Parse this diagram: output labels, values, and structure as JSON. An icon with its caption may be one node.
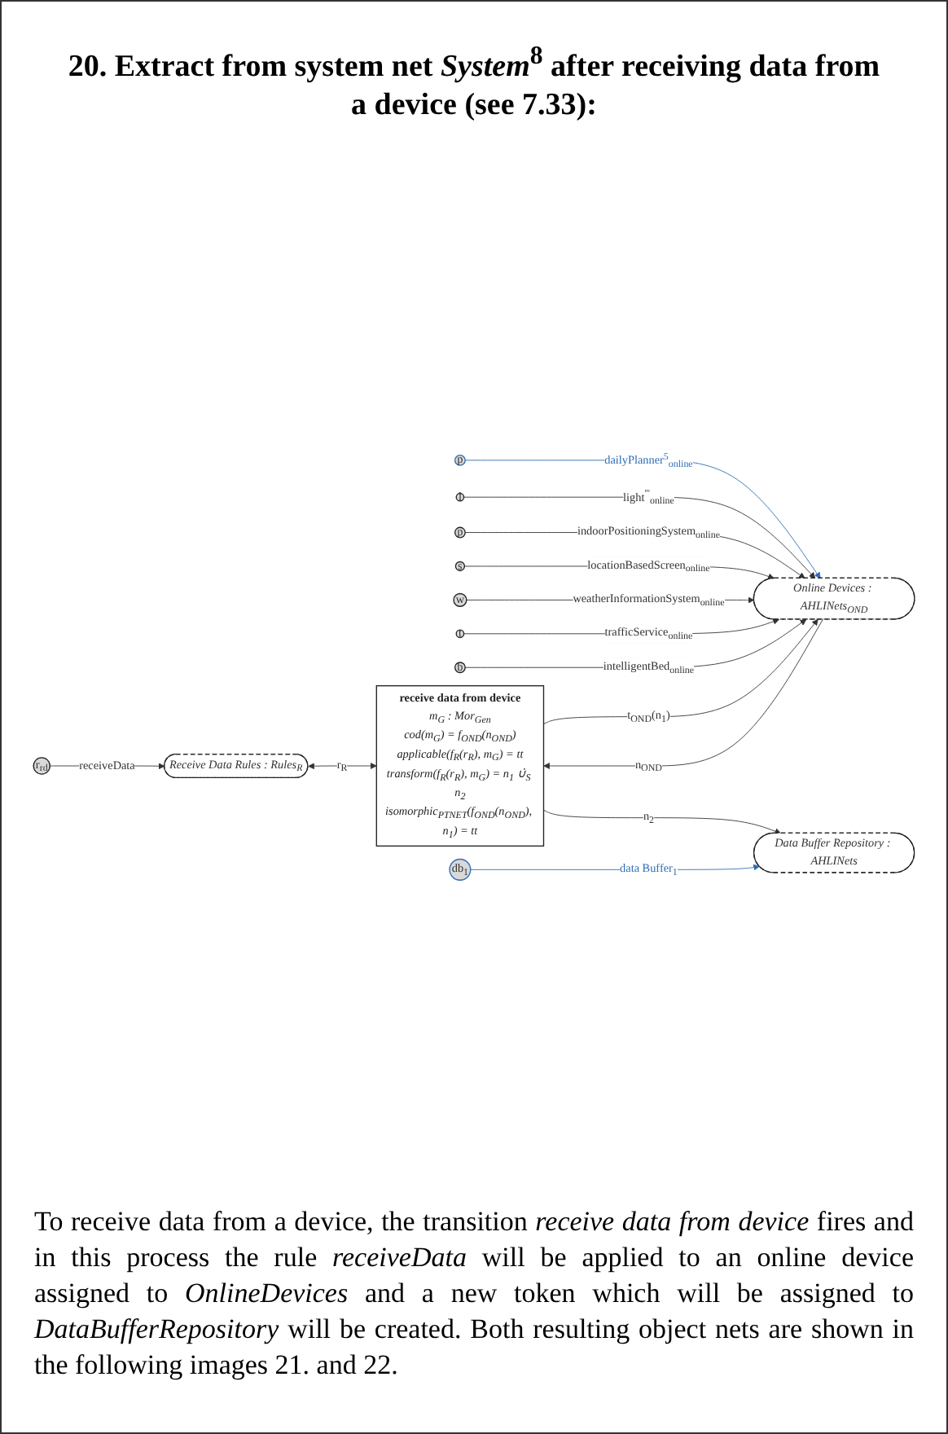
{
  "diagram": {
    "title": "20. Extract from system net *System*$^{8}$ after receiving data from a device (see 7.33):",
    "caption": "To receive data from a device, the transition *receive data from device* fires and in this process the rule *receiveData* will be applied to an online device assigned to *OnlineDevices* and a new token which will be assigned to *DataBufferRepository* will be created. Both resulting object nets are shown in the following images 21. and 22.",
    "nodes": [
      {
        "text": [
          "r$_{rd}$"
        ]
      },
      {
        "text": [
          "db$_{1}$"
        ]
      },
      {
        "text": [
          "p"
        ]
      },
      {
        "text": [
          "l"
        ]
      },
      {
        "text": [
          "Receive Data Rules : Rules$_{R}$"
        ]
      },
      {
        "text": [
          "Data Buffer Repository : AHLINets"
        ]
      },
      {
        "text": [
          "Online Devices : AHLINets$_{OND}$"
        ]
      },
      {
        "text": [
          "receive data from device",
          "m$_{G}$ : Mor$_{Gen}$",
          "cod(m$_{G}$) = f$_{OND}$(n$_{OND}$)",
          "applicable(f$_{R}$(r$_{R}$), m$_{G}$) = tt",
          "transform(f$_{R}$(r$_{R}$), m$_{G}$) = n$_{1}$ ∪̇$_{S}$ n$_{2}$",
          "isomorphic$_{PTNET}$(f$_{OND}$(n$_{OND}$), n$_{1}$) = tt"
        ]
      },
      {
        "text": [
          "p"
        ]
      },
      {
        "text": [
          "s"
        ]
      },
      {
        "text": [
          "b"
        ]
      },
      {
        "text": [
          "t"
        ]
      },
      {
        "text": [
          "w"
        ]
      }
    ],
    "edges": [
      {
        "from": 2,
        "to": 6,
        "arrow": "to",
        "label": "dailyPlanner$^{5}$$_{online}$",
        "color": "#2e6db4"
      },
      {
        "from": 3,
        "to": 6,
        "arrow": "to",
        "label": "light$^{'''}$$_{online}$"
      },
      {
        "from": 8,
        "to": 6,
        "arrow": "to",
        "label": "indoorPositioningSystem$_{online}$"
      },
      {
        "from": 9,
        "to": 6,
        "arrow": "to",
        "label": "locationBasedScreen$_{online}$"
      },
      {
        "from": 12,
        "to": 6,
        "arrow": "to",
        "label": "weatherInformationSystem$_{online}$"
      },
      {
        "from": 11,
        "to": 6,
        "arrow": "to",
        "label": "trafficService$_{online}$"
      },
      {
        "from": 10,
        "to": 6,
        "arrow": "to",
        "label": "intelligentBed$_{online}$"
      },
      {
        "from": 6,
        "to": 7,
        "arrow": "to",
        "label": "n$_{OND}$"
      },
      {
        "from": 7,
        "to": 6,
        "arrow": "to",
        "label": "t$_{OND}$(n$_{1}$)"
      },
      {
        "from": 0,
        "to": 4,
        "arrow": "to",
        "label": "receiveData"
      },
      {
        "from": 4,
        "to": 7,
        "arrow": "both",
        "label": "r$_{R}$"
      },
      {
        "from": 7,
        "to": 5,
        "arrow": "to",
        "label": "n$_{2}$"
      },
      {
        "from": 1,
        "to": 5,
        "arrow": "to",
        "label": "data Buffer$_{1}$",
        "color": "#2e6db4"
      }
    ]
  }
}
